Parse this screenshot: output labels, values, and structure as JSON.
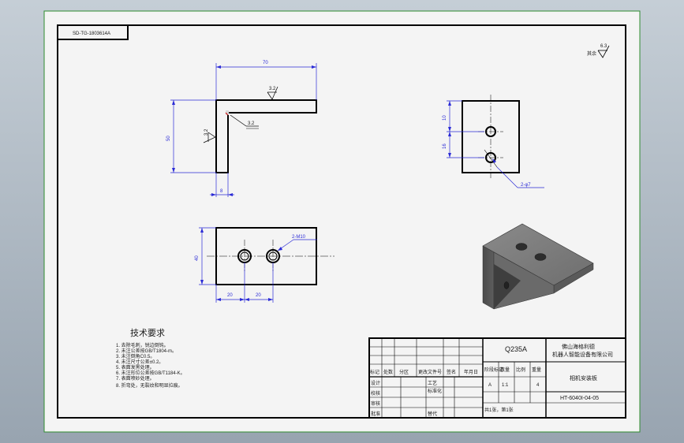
{
  "drawing_code": "SD-TG-1803614A",
  "surface_finish": {
    "general": "6.3",
    "face_top": "3.2",
    "face_side": "3.2",
    "face_inner": "3.2",
    "prefix": "其余"
  },
  "dims": {
    "overall_width": "70",
    "overall_height": "50",
    "thickness": "8",
    "hole_top_offset": "10",
    "hole_spacing": "16",
    "hole_callout": "2-φ7",
    "plate_width": "40",
    "pitch_1": "20",
    "pitch_2": "20",
    "counterbore": "2-M10"
  },
  "tech_requirements": {
    "title": "技术要求",
    "items": [
      "1. 去除毛刺，锐边倒钝。",
      "2. 未注公差按GB/T1804-m。",
      "3. 未注倒角C0.5。",
      "4. 未注尺寸公差±0.2。",
      "5. 表面发黑处理。",
      "6. 未注形位公差按GB/T1184-K。",
      "7. 表面喷砂处理。",
      "8. 折弯处，无裂纹和明显拉痕。"
    ]
  },
  "title_block": {
    "material": "Q235A",
    "company": "佛山海格利德机器人智能设备有限公司",
    "company_line1": "佛山海格利德",
    "company_line2": "机器人智能设备有限公司",
    "part_name": "相机安装板",
    "drawing_number": "HT-6040I-04-05",
    "scale": "1:1",
    "count": "4",
    "stage_mark": "A",
    "sheets": "共1张，第1张",
    "headers": [
      "标记",
      "处数",
      "分区",
      "更改文件号",
      "签名",
      "年月日"
    ],
    "stage_labels": [
      "阶段标记",
      "数量",
      "比例",
      "重量"
    ],
    "roles": [
      "设计",
      "校核",
      "审核",
      "工艺",
      "标准化",
      "批准"
    ],
    "design_std": "标准化",
    "extra": "替代"
  }
}
